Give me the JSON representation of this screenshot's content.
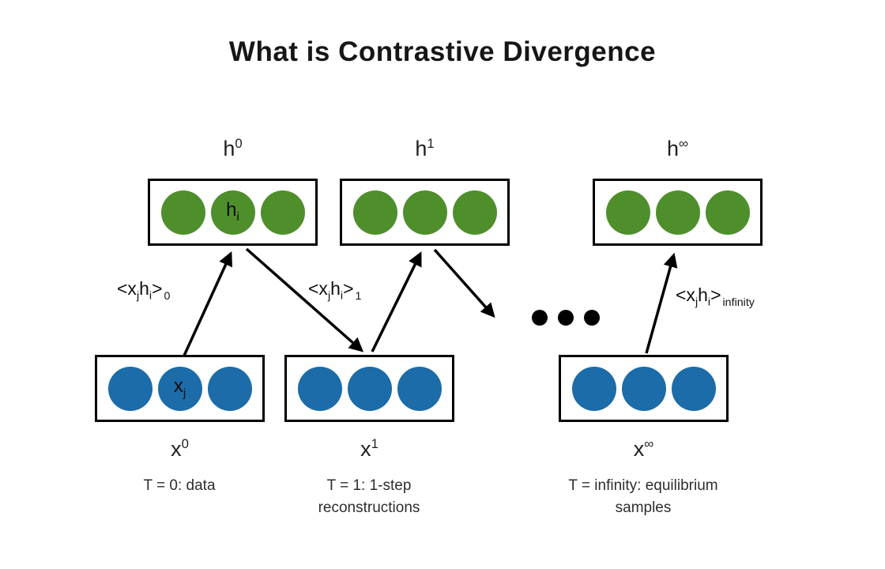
{
  "title": "What is Contrastive Divergence",
  "colors": {
    "hidden_node": "#4e8f2c",
    "visible_node": "#1b6ca8",
    "stroke": "#000000"
  },
  "hidden_layers": [
    {
      "label_base": "h",
      "label_sup": "0",
      "node_label_base": "h",
      "node_label_sub": "i"
    },
    {
      "label_base": "h",
      "label_sup": "1"
    },
    {
      "label_base": "h",
      "label_sup": "∞"
    }
  ],
  "visible_layers": [
    {
      "label_base": "x",
      "label_sup": "0",
      "node_label_base": "x",
      "node_label_sub": "j",
      "caption_line1": "T = 0: data",
      "caption_line2": ""
    },
    {
      "label_base": "x",
      "label_sup": "1",
      "caption_line1": "T = 1: 1-step",
      "caption_line2": "reconstructions"
    },
    {
      "label_base": "x",
      "label_sup": "∞",
      "caption_line1": "T = infinity: equilibrium",
      "caption_line2": "samples"
    }
  ],
  "edge_labels": [
    {
      "open": "<x",
      "sub1": "j",
      "mid": "h",
      "sub2": "i",
      "close": ">",
      "subscript": "0"
    },
    {
      "open": "<x",
      "sub1": "j",
      "mid": "h",
      "sub2": "i",
      "close": ">",
      "subscript": "1"
    },
    {
      "open": "<x",
      "sub1": "j",
      "mid": "h",
      "sub2": "i",
      "close": ">",
      "subscript": "infinity"
    }
  ]
}
